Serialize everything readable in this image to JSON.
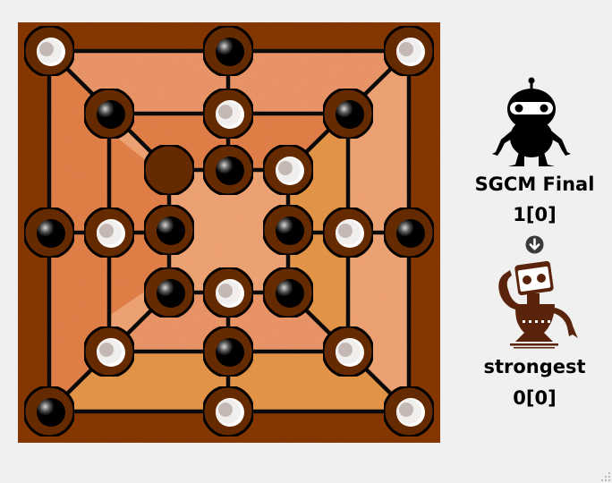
{
  "game": {
    "type": "Nine Men's Morris",
    "colors": {
      "frame": "#8a3a0e",
      "frame_dark": "#7a3208",
      "panel_a": "#f19a6c",
      "panel_b": "#e8834c",
      "panel_c": "#f6a878",
      "panel_d": "#eb9a4c",
      "line": "#0a0a0a",
      "socket": "#6b2e0c",
      "black_piece": "#000000",
      "white_piece": "#f1efee"
    },
    "points": [
      {
        "id": "a7",
        "ring": "outer",
        "pos": "top-left",
        "piece": "white"
      },
      {
        "id": "d7",
        "ring": "outer",
        "pos": "top-center",
        "piece": "black"
      },
      {
        "id": "g7",
        "ring": "outer",
        "pos": "top-right",
        "piece": "white"
      },
      {
        "id": "b6",
        "ring": "middle",
        "pos": "top-left",
        "piece": "black"
      },
      {
        "id": "d6",
        "ring": "middle",
        "pos": "top-center",
        "piece": "white"
      },
      {
        "id": "f6",
        "ring": "middle",
        "pos": "top-right",
        "piece": "black"
      },
      {
        "id": "c5",
        "ring": "inner",
        "pos": "top-left",
        "piece": "empty"
      },
      {
        "id": "d5",
        "ring": "inner",
        "pos": "top-center",
        "piece": "black"
      },
      {
        "id": "e5",
        "ring": "inner",
        "pos": "top-right",
        "piece": "white"
      },
      {
        "id": "a4",
        "ring": "outer",
        "pos": "middle-left",
        "piece": "black"
      },
      {
        "id": "b4",
        "ring": "middle",
        "pos": "middle-left",
        "piece": "white"
      },
      {
        "id": "c4",
        "ring": "inner",
        "pos": "middle-left",
        "piece": "black"
      },
      {
        "id": "e4",
        "ring": "inner",
        "pos": "middle-right",
        "piece": "black"
      },
      {
        "id": "f4",
        "ring": "middle",
        "pos": "middle-right",
        "piece": "white"
      },
      {
        "id": "g4",
        "ring": "outer",
        "pos": "middle-right",
        "piece": "black"
      },
      {
        "id": "c3",
        "ring": "inner",
        "pos": "bottom-left",
        "piece": "black"
      },
      {
        "id": "d3",
        "ring": "inner",
        "pos": "bottom-center",
        "piece": "white"
      },
      {
        "id": "e3",
        "ring": "inner",
        "pos": "bottom-right",
        "piece": "black"
      },
      {
        "id": "b2",
        "ring": "middle",
        "pos": "bottom-left",
        "piece": "white"
      },
      {
        "id": "d2",
        "ring": "middle",
        "pos": "bottom-center",
        "piece": "black"
      },
      {
        "id": "f2",
        "ring": "middle",
        "pos": "bottom-right",
        "piece": "white"
      },
      {
        "id": "a1",
        "ring": "outer",
        "pos": "bottom-left",
        "piece": "black"
      },
      {
        "id": "d1",
        "ring": "outer",
        "pos": "bottom-center",
        "piece": "white"
      },
      {
        "id": "g1",
        "ring": "outer",
        "pos": "bottom-right",
        "piece": "white"
      }
    ]
  },
  "players": [
    {
      "name": "SGCM Final",
      "score": "1[0]",
      "avatar": "black-robot-icon",
      "color": "#000000"
    },
    {
      "name": "strongest",
      "score": "0[0]",
      "avatar": "brown-robot-icon",
      "color": "#5a240c"
    }
  ],
  "turn_indicator": {
    "icon": "arrow-down-circle-icon",
    "color": "#3a3a3a"
  }
}
